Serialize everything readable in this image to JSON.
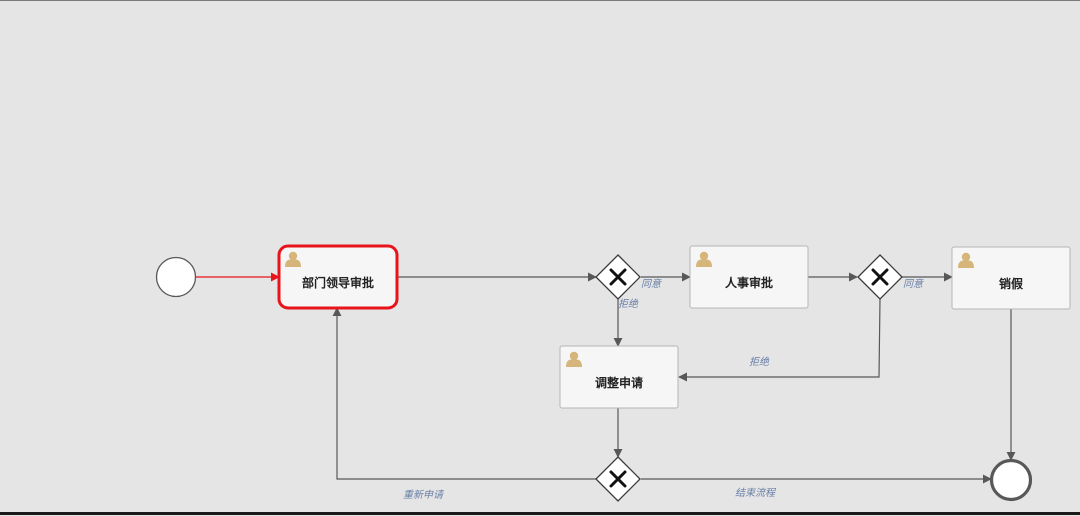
{
  "diagram": {
    "tasks": {
      "dept_leader_approval": "部门领导审批",
      "hr_approval": "人事审批",
      "close_leave": "销假",
      "adjust_request": "调整申请"
    },
    "flows": {
      "agree_1": "同意",
      "reject_1": "拒绝",
      "agree_2": "同意",
      "reject_2": "拒绝",
      "resubmit": "重新申请",
      "end_process": "结束流程"
    },
    "colors": {
      "active_task_border": "#e8141c",
      "active_flow": "#e8141c",
      "flow": "#585858",
      "task_border": "#b5b5b5",
      "task_fill": "#f6f6f6",
      "user_icon": "#d6b57a"
    }
  }
}
